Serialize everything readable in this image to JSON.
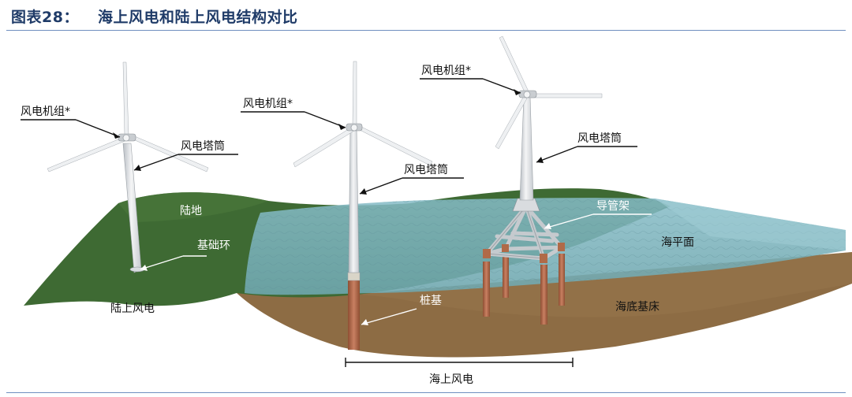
{
  "figure": {
    "number": "图表28：",
    "title": "海上风电和陆上风电结构对比"
  },
  "labels": {
    "unit_1": "风电机组*",
    "tower_1": "风电塔筒",
    "land": "陆地",
    "base_ring": "基础环",
    "onshore": "陆上风电",
    "unit_2": "风电机组*",
    "tower_2": "风电塔筒",
    "pile": "桩基",
    "unit_3": "风电机组*",
    "tower_3": "风电塔筒",
    "jacket": "导管架",
    "sea_level": "海平面",
    "seabed": "海底基床",
    "offshore": "海上风电"
  },
  "colors": {
    "title": "#1f3b68",
    "land": "#3f6b34",
    "sea": "#7fb7c4",
    "seabed": "#8a6a42",
    "tower": "#e6e8ea",
    "pile": "#b06a48"
  }
}
